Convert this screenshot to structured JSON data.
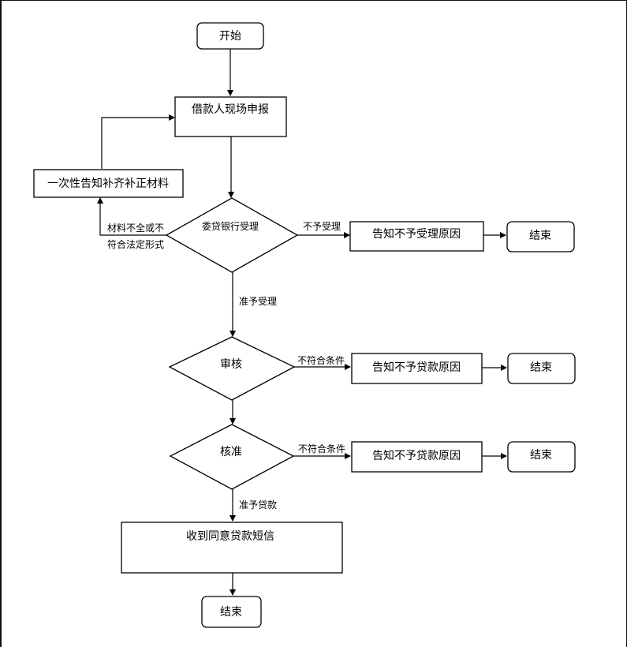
{
  "nodes": {
    "start": "开始",
    "apply": "借款人现场申报",
    "supplement": "一次性告知补齐补正材料",
    "accept": "委贷银行受理",
    "reject_notice": "告知不予受理原因",
    "end1": "结束",
    "review": "审核",
    "review_notice": "告知不予贷款原因",
    "end2": "结束",
    "approve": "核准",
    "approve_notice": "告知不予贷款原因",
    "end3": "结束",
    "sms": "收到同意贷款短信",
    "end4": "结束"
  },
  "edges": {
    "incomplete_line1": "材料不全或不",
    "incomplete_line2": "符合法定形式",
    "not_accepted": "不予受理",
    "accepted": "准予受理",
    "not_qualified_1": "不符合条件",
    "not_qualified_2": "不符合条件",
    "loan_granted": "准予贷款"
  }
}
